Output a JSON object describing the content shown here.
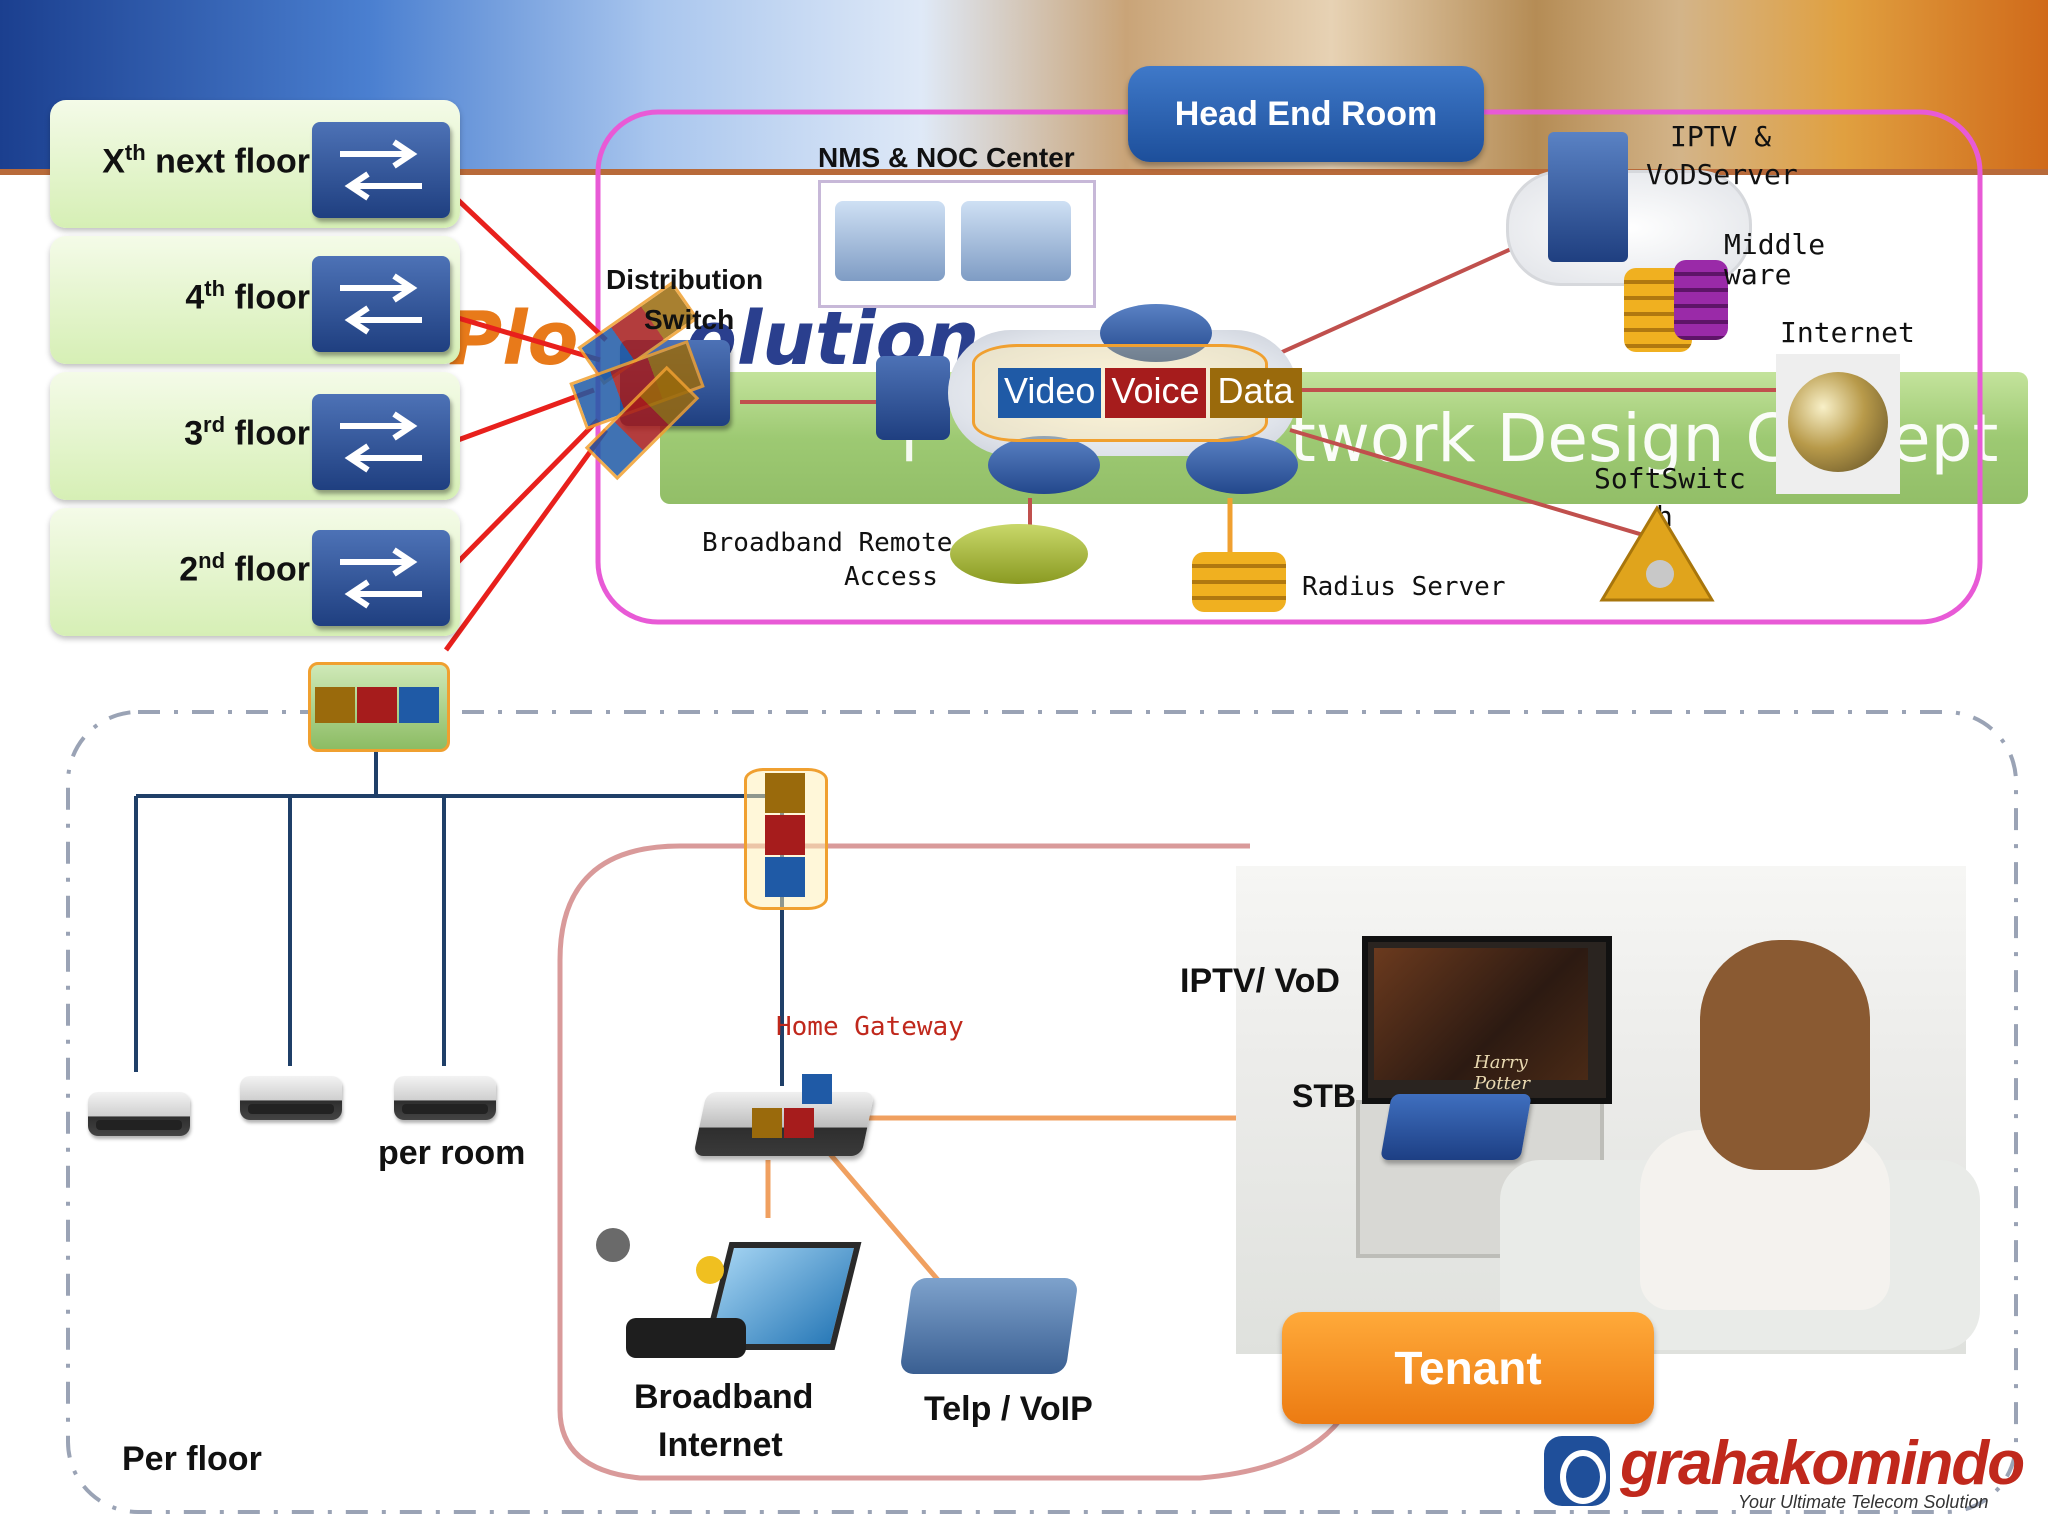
{
  "background": {
    "ghost_title_left": "Plo",
    "ghost_title_mid": "olution",
    "ghost_title_right": "twork Design C",
    "ghost_title_tail": "ept",
    "ghost_title_prefix": "l"
  },
  "floors": [
    {
      "ordinal": "X",
      "suffix": "th",
      "label": " next floor"
    },
    {
      "ordinal": "4",
      "suffix": "th",
      "label": "  floor"
    },
    {
      "ordinal": "3",
      "suffix": "rd",
      "label": "  floor"
    },
    {
      "ordinal": "2",
      "suffix": "nd",
      "label": "  floor"
    }
  ],
  "head_end": {
    "title": "Head End Room",
    "nms_label": "NMS & NOC Center",
    "distribution_label_line1": "Distribution",
    "distribution_label_line2": "Switch",
    "service_labels": [
      "Video",
      "Voice",
      "Data"
    ],
    "iptv_label_line1": "IPTV &",
    "iptv_label_line2": "VoDServer",
    "middleware_line1": "Middle",
    "middleware_line2": "ware",
    "internet_label": "Internet",
    "softswitch_line1": "SoftSwitc",
    "softswitch_line2": "h",
    "bras_line1": "Broadband Remote",
    "bras_line2": "Access",
    "radius_label": "Radius Server"
  },
  "floor_section": {
    "per_room_label": "per room",
    "per_floor_label": "Per floor",
    "home_gateway_label": "Home Gateway",
    "broadband_line1": "Broadband",
    "broadband_line2": "Internet",
    "voip_label": "Telp / VoIP",
    "iptv_vod_label": "IPTV/ VoD",
    "stb_label": "STB",
    "tv_caption": "Harry Potter",
    "tenant_label": "Tenant"
  },
  "branding": {
    "logo_text": "grahakomindo",
    "tagline": "Your Ultimate Telecom Solution"
  },
  "colors": {
    "video": "#1f5aa6",
    "voice": "#a61c1c",
    "data": "#9a6a0c",
    "head_end_border": "#e85ad6",
    "uplink_red": "#e8201c",
    "tenant_orange": "#ec7b12",
    "home_link_orange": "#f0a060",
    "floor_line_navy": "#1f3f68"
  }
}
